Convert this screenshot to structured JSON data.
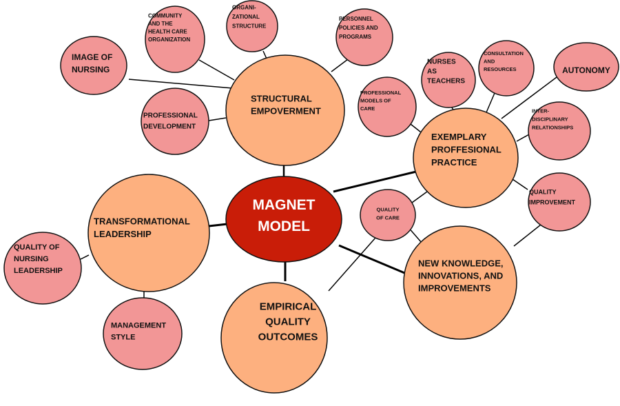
{
  "colors": {
    "center_fill": "#c91d08",
    "primary_fill": "#fdb07f",
    "secondary_fill": "#f29696",
    "edge": "#000000",
    "center_text": "#ffffff",
    "node_text": "#111111"
  },
  "center": {
    "label_lines": [
      "MAGNET",
      "MODEL"
    ]
  },
  "primary_nodes": {
    "structural_empowerment": {
      "label_lines": [
        "STRUCTURAL",
        "EMPOVERMENT"
      ]
    },
    "exemplary_professional_practice": {
      "label_lines": [
        "EXEMPLARY",
        "PROFFESIONAL",
        "PRACTICE"
      ]
    },
    "transformational_leadership": {
      "label_lines": [
        "TRANSFORMATIONAL",
        "LEADERSHIP"
      ]
    },
    "empirical_quality_outcomes": {
      "label_lines": [
        "EMPIRICAL",
        "QUALITY",
        "OUTCOMES"
      ]
    },
    "new_knowledge": {
      "label_lines": [
        "NEW KNOWLEDGE,",
        "INNOVATIONS, AND",
        "IMPROVEMENTS"
      ]
    }
  },
  "secondary_nodes": {
    "image_of_nursing": {
      "label_lines": [
        "IMAGE OF",
        "NURSING"
      ]
    },
    "community_health_care": {
      "label_lines": [
        "COMMUNITY",
        "AND THE",
        "HEALTH CARE",
        "ORGANIZATION"
      ]
    },
    "organizational_structure": {
      "label_lines": [
        "ORGANI-",
        "ZATIONAL",
        "STRUCTURE"
      ]
    },
    "personnel_policies": {
      "label_lines": [
        "PERSONNEL",
        "POLICIES AND",
        "PROGRAMS"
      ]
    },
    "professional_development": {
      "label_lines": [
        "PROFESSIONAL",
        "DEVELOPMENT"
      ]
    },
    "professional_models_of_care": {
      "label_lines": [
        "PROFESSIONAL",
        "MODELS OF",
        "CARE"
      ]
    },
    "nurses_as_teachers": {
      "label_lines": [
        "NURSES",
        "AS",
        "TEACHERS"
      ]
    },
    "consultation_resources": {
      "label_lines": [
        "CONSULTATION",
        "AND",
        "RESOURCES"
      ]
    },
    "autonomy": {
      "label_lines": [
        "AUTONOMY"
      ]
    },
    "interdisciplinary": {
      "label_lines": [
        "INTER-",
        "DISCIPLINARY",
        "RELATIONSHIPS"
      ]
    },
    "quality_improvement": {
      "label_lines": [
        "QUALITY",
        "IMPROVEMENT"
      ]
    },
    "quality_of_care": {
      "label_lines": [
        "QUALITY",
        "OF CARE"
      ]
    },
    "quality_of_nursing_leadership": {
      "label_lines": [
        "QUALITY OF",
        "NURSING",
        "LEADERSHIP"
      ]
    },
    "management_style": {
      "label_lines": [
        "MANAGEMENT",
        "STYLE"
      ]
    }
  }
}
